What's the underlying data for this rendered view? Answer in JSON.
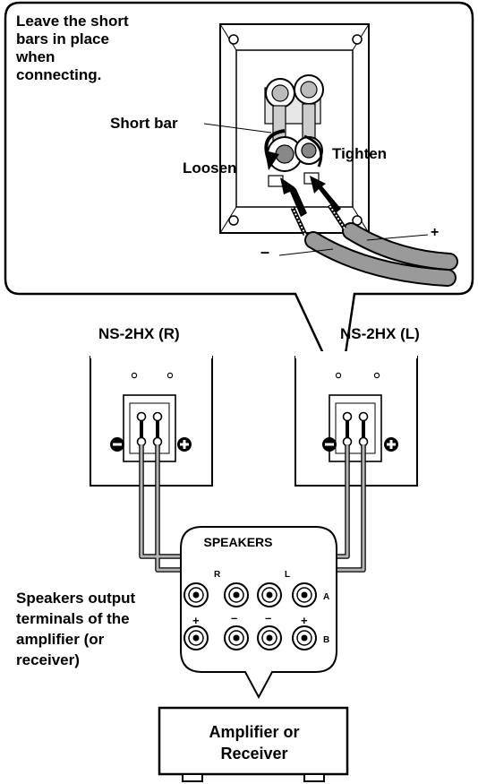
{
  "labels": {
    "connect_note": "Leave the short\nbars in place\nwhen\nconnecting.",
    "short_bar": "Short bar",
    "loosen": "Loosen",
    "tighten": "Tighten",
    "plus": "+",
    "minus": "–",
    "speaker_right": "NS-2HX (R)",
    "speaker_left": "NS-2HX (L)",
    "speakers_panel_title": "SPEAKERS",
    "channel_r": "R",
    "channel_l": "L",
    "row_a": "A",
    "row_b": "B",
    "pol_plus_1": "+",
    "pol_minus_1": "–",
    "pol_minus_2": "–",
    "pol_plus_2": "+",
    "amp_terminals_note": "Speakers output\nterminals of the\namplifier (or\nreceiver)",
    "amplifier": "Amplifier or\nReceiver"
  }
}
